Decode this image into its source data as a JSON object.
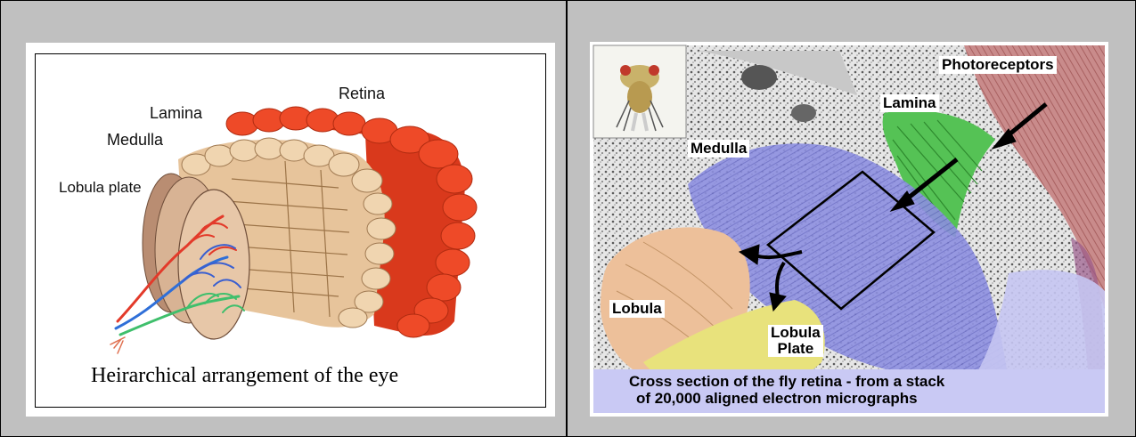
{
  "left_figure": {
    "labels": {
      "retina": "Retina",
      "lamina": "Lamina",
      "medulla": "Medulla",
      "lobula_plate": "Lobula plate"
    },
    "caption": "Heirarchical arrangement of the eye"
  },
  "right_figure": {
    "labels": {
      "photoreceptors": "Photoreceptors",
      "lamina": "Lamina",
      "medulla": "Medulla",
      "lobula": "Lobula",
      "lobula_plate_line1": "Lobula",
      "lobula_plate_line2": "Plate"
    },
    "caption_line1": "Cross section of the fly retina - from a stack",
    "caption_line2": "of 20,000 aligned electron micrographs"
  },
  "colors": {
    "background": "#c0c0c0",
    "retina_red": "#e0401f",
    "tan": "#e8c7a0",
    "lamina_green": "#4cba4c",
    "medulla_blue": "#8a8fd8",
    "lobula_orange": "#e9b88a",
    "lobula_plate_yellow": "#e6e27a",
    "caption_band": "#c9c9f4"
  }
}
